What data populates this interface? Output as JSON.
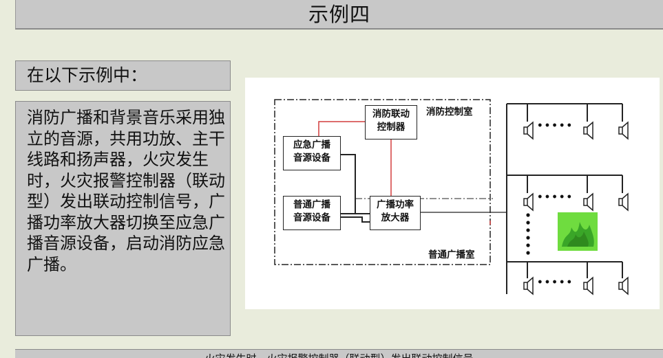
{
  "slide": {
    "title": "示例四",
    "intro": "在以下示例中：",
    "description": "消防广播和背景音乐采用独立的音源，共用功放、主干线路和扬声器，火灾发生时，火灾报警控制器（联动型）发出联动控制信号，广播功率放大器切换至应急广播音源设备，启动消防应急广播。",
    "footer": "火灾发生时，火灾报警控制器（联动型）发出联动控制信号"
  },
  "diagram": {
    "fire_control_room": "消防控制室",
    "broadcast_room": "普通广播室",
    "boxes": {
      "linkage_controller": [
        "消防联动",
        "控制器"
      ],
      "emergency_source": [
        "应急广播",
        "音源设备"
      ],
      "normal_source": [
        "普通广播",
        "音源设备"
      ],
      "amplifier": [
        "广播功率",
        "放大器"
      ]
    },
    "speaker_row_dots": "•••••",
    "colors": {
      "red_line": "#d23c3c",
      "flame": "#6fdc3f"
    }
  }
}
